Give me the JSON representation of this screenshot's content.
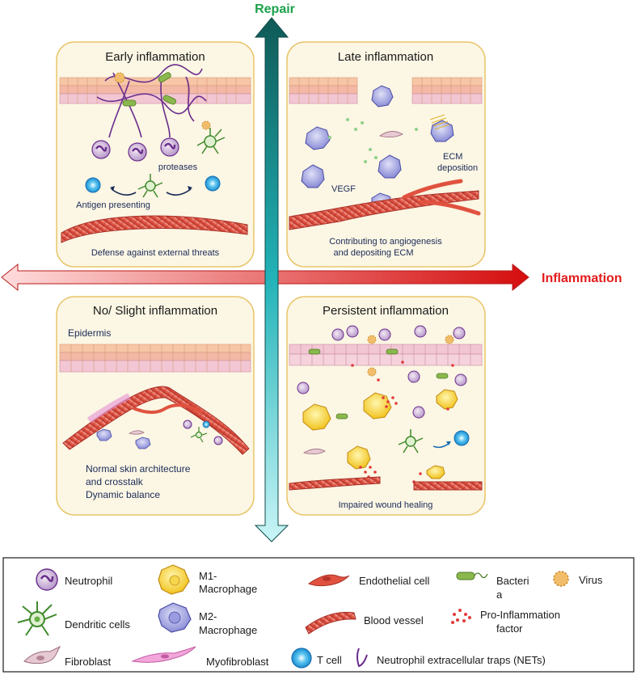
{
  "axes": {
    "repair_label": "Repair",
    "inflammation_label": "Inflammation"
  },
  "quadrants": {
    "early": {
      "title": "Early inflammation",
      "proteases": "proteases",
      "antigen": "Antigen presenting",
      "caption": "Defense against external threats"
    },
    "late": {
      "title": "Late inflammation",
      "ecm_line1": "ECM",
      "ecm_line2": "deposition",
      "vegf": "VEGF",
      "caption_line1": "Contributing to angiogenesis",
      "caption_line2": "and depositing ECM"
    },
    "slight": {
      "title": "No/ Slight inflammation",
      "epidermis": "Epidermis",
      "caption_line1": "Normal skin architecture",
      "caption_line2": "and crosstalk",
      "caption_line3": "Dynamic balance"
    },
    "persistent": {
      "title": "Persistent inflammation",
      "caption": "Impaired wound healing"
    }
  },
  "legend": {
    "neutrophil": "Neutrophil",
    "m1_line1": "M1-",
    "m1_line2": "Macrophage",
    "endothelial": "Endothelial cell",
    "bacteria_line1": "Bacteri",
    "bacteria_line2": "a",
    "virus": "Virus",
    "dendritic": "Dendritic cells",
    "m2_line1": "M2-",
    "m2_line2": "Macrophage",
    "blood_vessel": "Blood vessel",
    "pif_line1": "Pro-Inflammation",
    "pif_line2": "factor",
    "fibroblast": "Fibroblast",
    "myofibroblast": "Myofibroblast",
    "tcell": "T cell",
    "nets": "Neutrophil extracellular traps (NETs)"
  },
  "colors": {
    "repair_green": "#1aa24a",
    "inflammation_red": "#e21b1b",
    "panel_fill": "#fcf6e4",
    "panel_border": "#e8c56a",
    "text_navy": "#1a2a57"
  }
}
